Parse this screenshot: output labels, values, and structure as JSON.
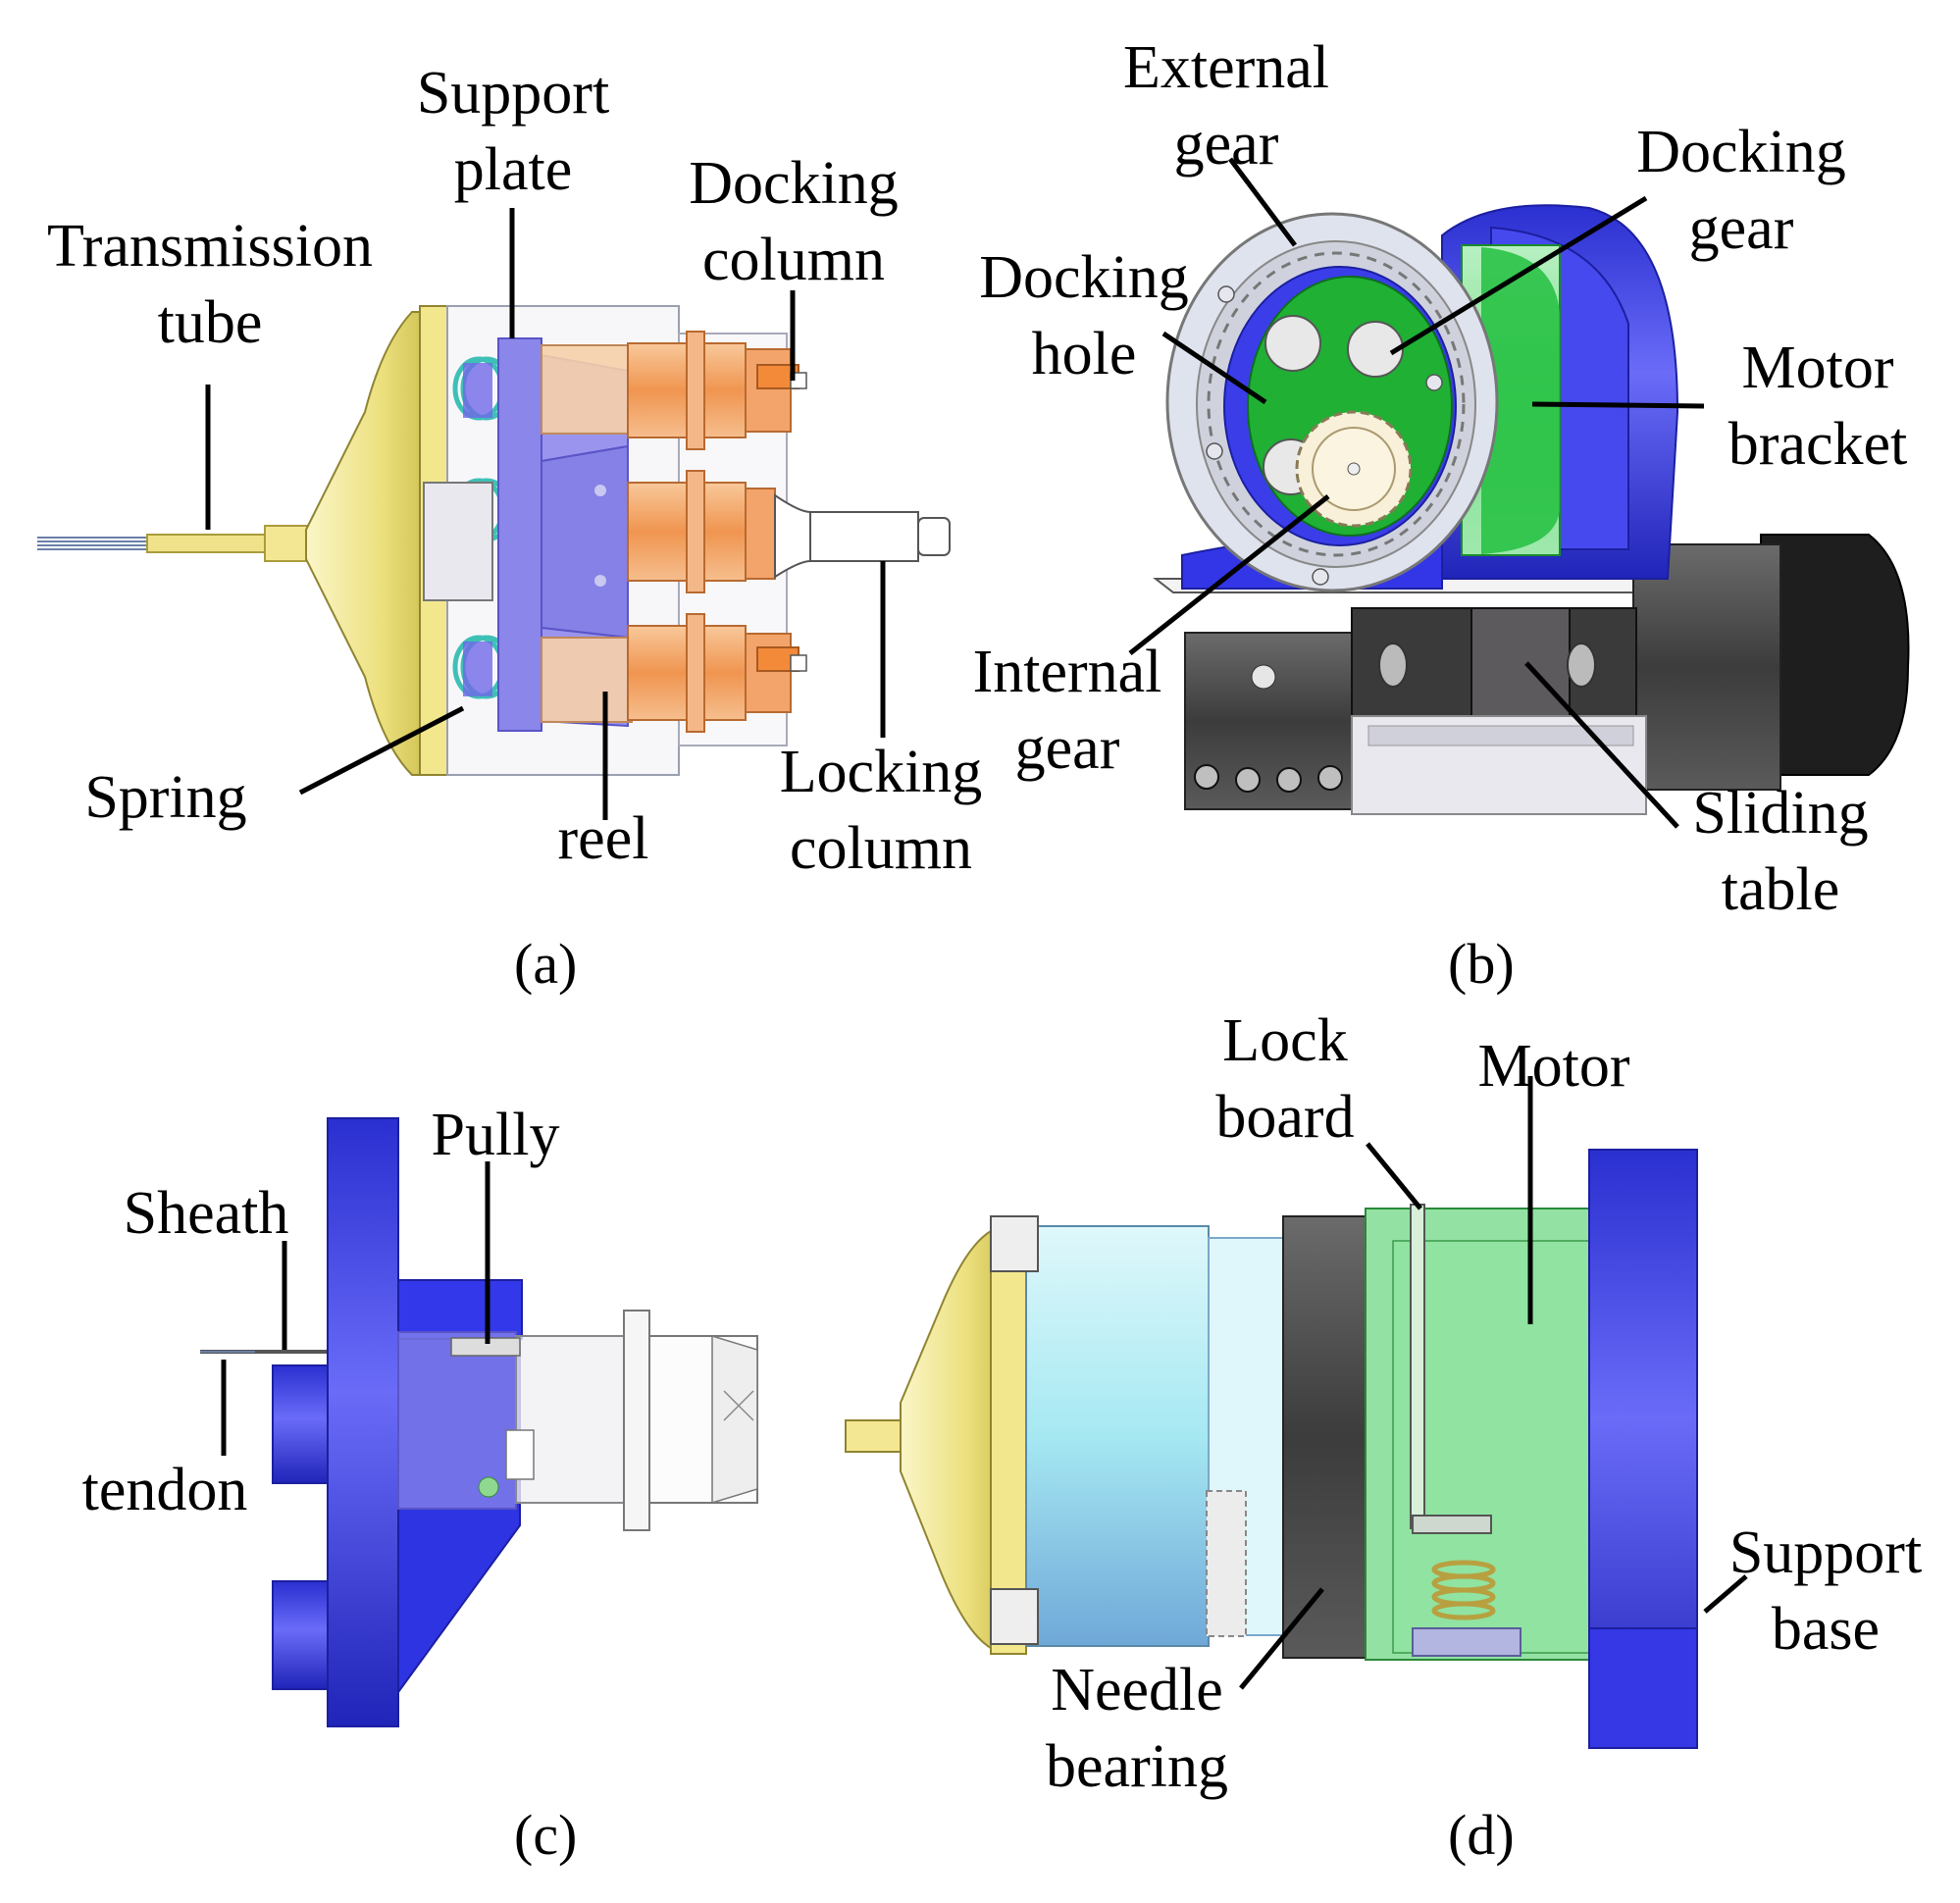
{
  "panels": {
    "a": {
      "caption": "(a)",
      "labels": {
        "transmission_tube": [
          "Transmission",
          "tube"
        ],
        "support_plate": [
          "Support",
          "plate"
        ],
        "docking_column": [
          "Docking",
          "column"
        ],
        "spring": [
          "Spring"
        ],
        "reel": [
          "reel"
        ],
        "locking_column": [
          "Locking",
          "column"
        ]
      }
    },
    "b": {
      "caption": "(b)",
      "labels": {
        "external_gear": [
          "External",
          "gear"
        ],
        "docking_gear": [
          "Docking",
          "gear"
        ],
        "docking_hole": [
          "Docking",
          "hole"
        ],
        "motor_bracket": [
          "Motor",
          "bracket"
        ],
        "internal_gear": [
          "Internal",
          "gear"
        ],
        "sliding_table": [
          "Sliding",
          "table"
        ]
      }
    },
    "c": {
      "caption": "(c)",
      "labels": {
        "pully": [
          "Pully"
        ],
        "sheath": [
          "Sheath"
        ],
        "tendon": [
          "tendon"
        ]
      }
    },
    "d": {
      "caption": "(d)",
      "labels": {
        "lock_board": [
          "Lock",
          "board"
        ],
        "motor": [
          "Motor"
        ],
        "support_base": [
          "Support",
          "base"
        ],
        "needle_bearing": [
          "Needle",
          "bearing"
        ]
      }
    }
  },
  "colors": {
    "blue": "#3a3df0",
    "yellow": "#efe48a",
    "orange": "#f2a86a",
    "green": "#2fc84a",
    "cyan": "#a8ecf5",
    "gray": "#4a4a4a"
  }
}
